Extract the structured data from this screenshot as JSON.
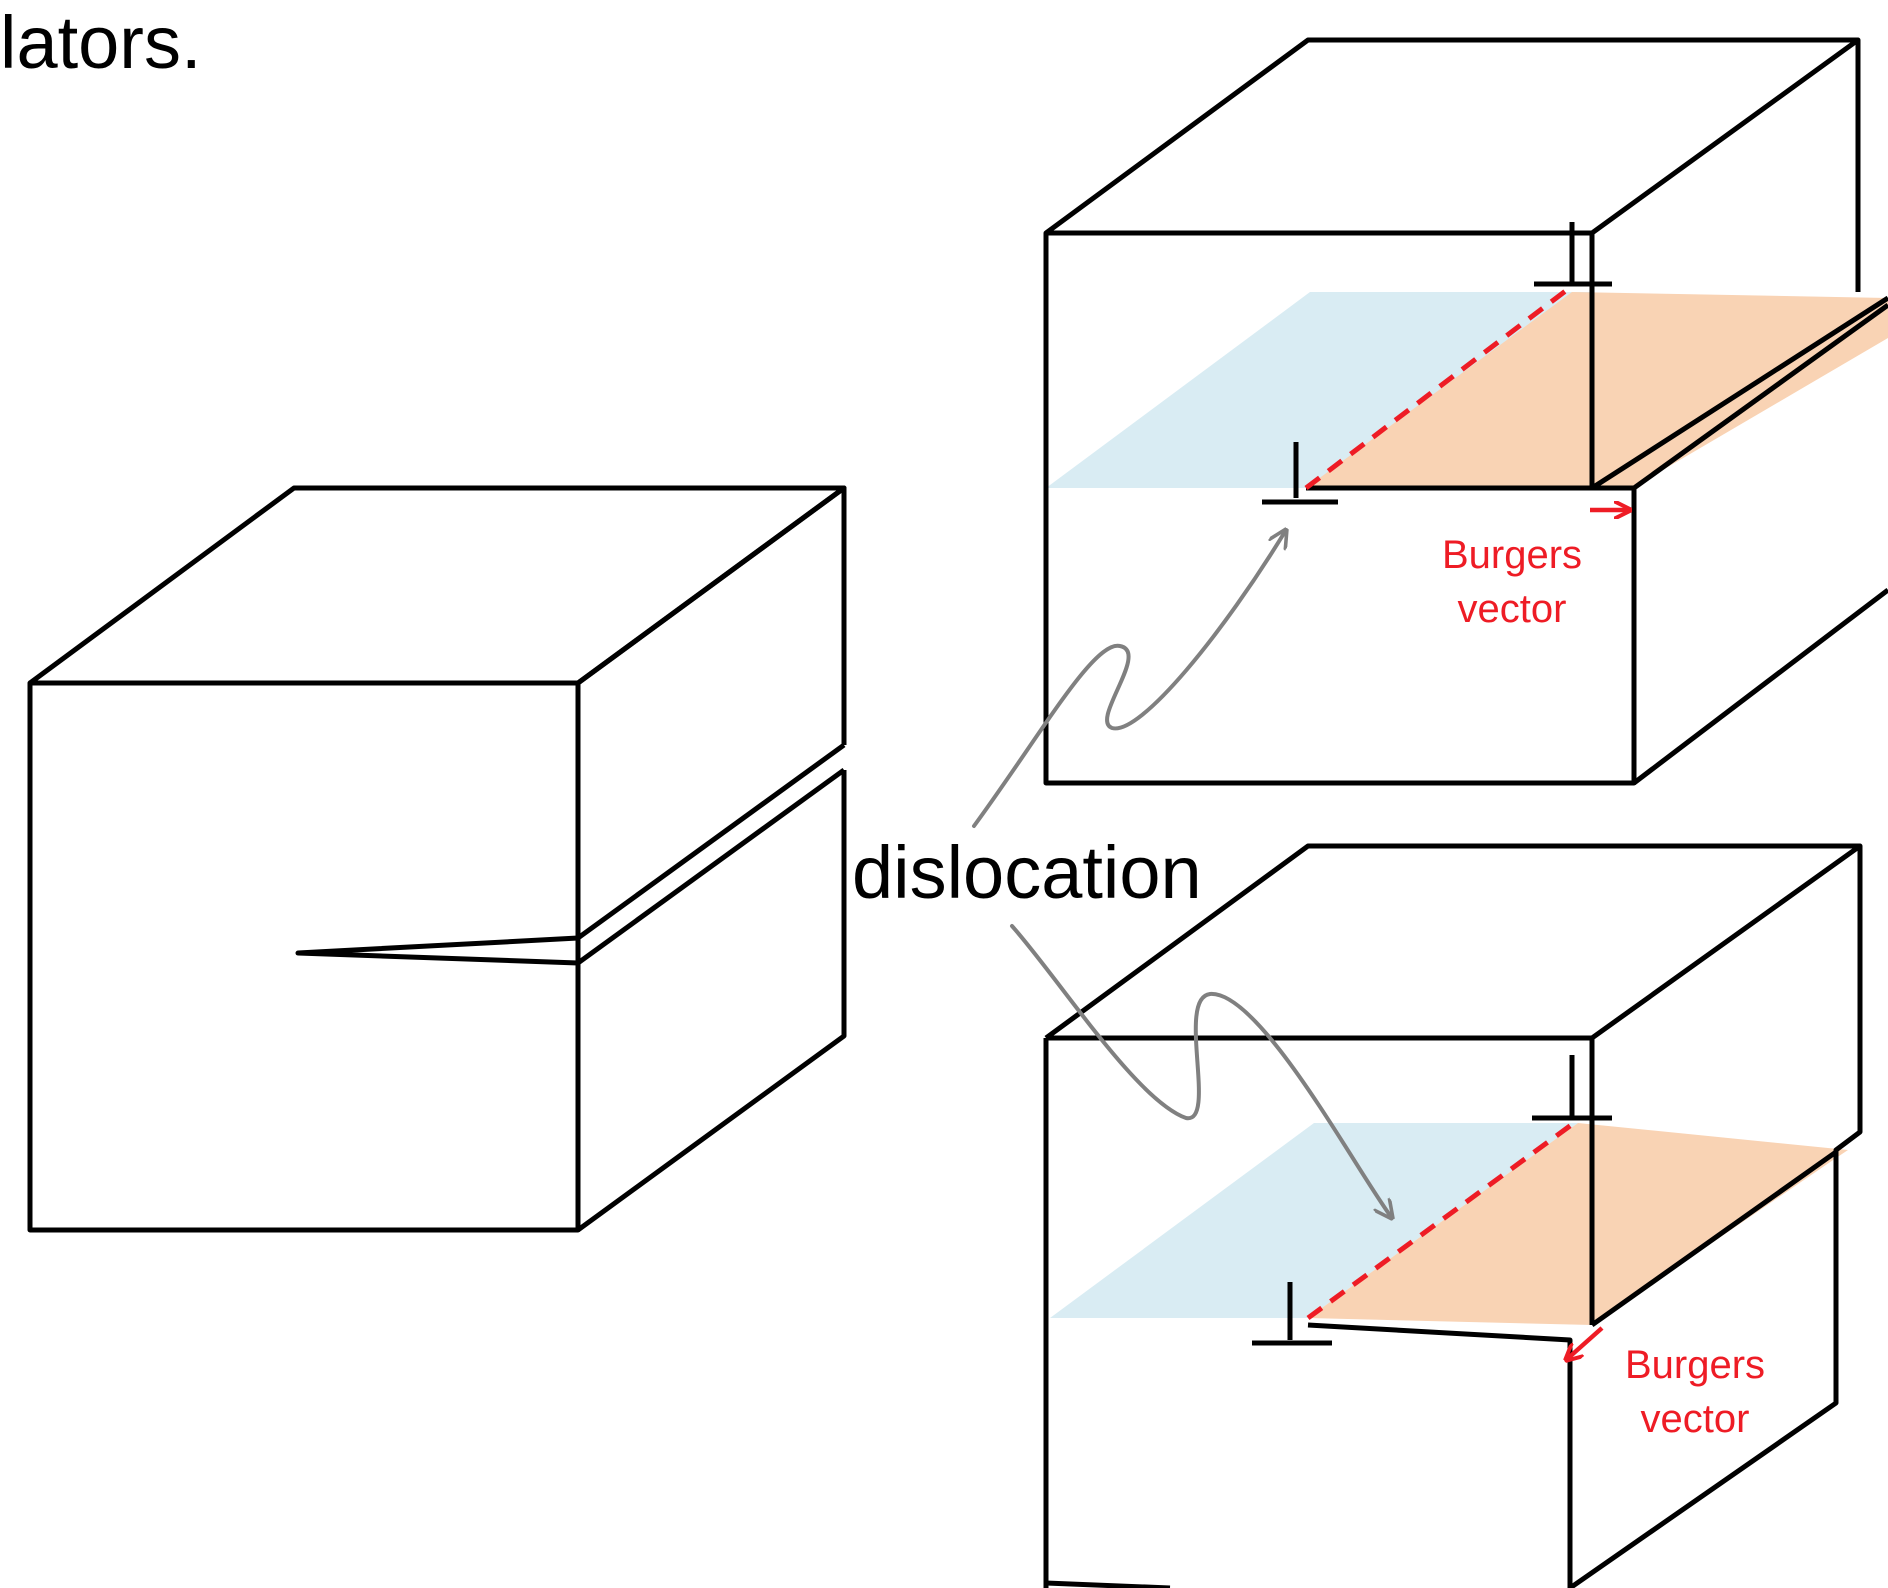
{
  "header_fragment": "lators.",
  "labels": {
    "dislocation": "dislocation",
    "top_burgers_line1": "Burgers",
    "top_burgers_line2": "vector",
    "bottom_burgers_line1": "Burgers",
    "bottom_burgers_line2": "vector"
  },
  "colors": {
    "outline": "#000000",
    "burgers_red": "#ee1c25",
    "slip_plane_blue": "#d9ecf3",
    "slipped_region_orange": "#f9d3b4",
    "pointer_gray": "#808080"
  },
  "icons": [
    "dislocation-symbol-icon",
    "arrow-icon"
  ]
}
